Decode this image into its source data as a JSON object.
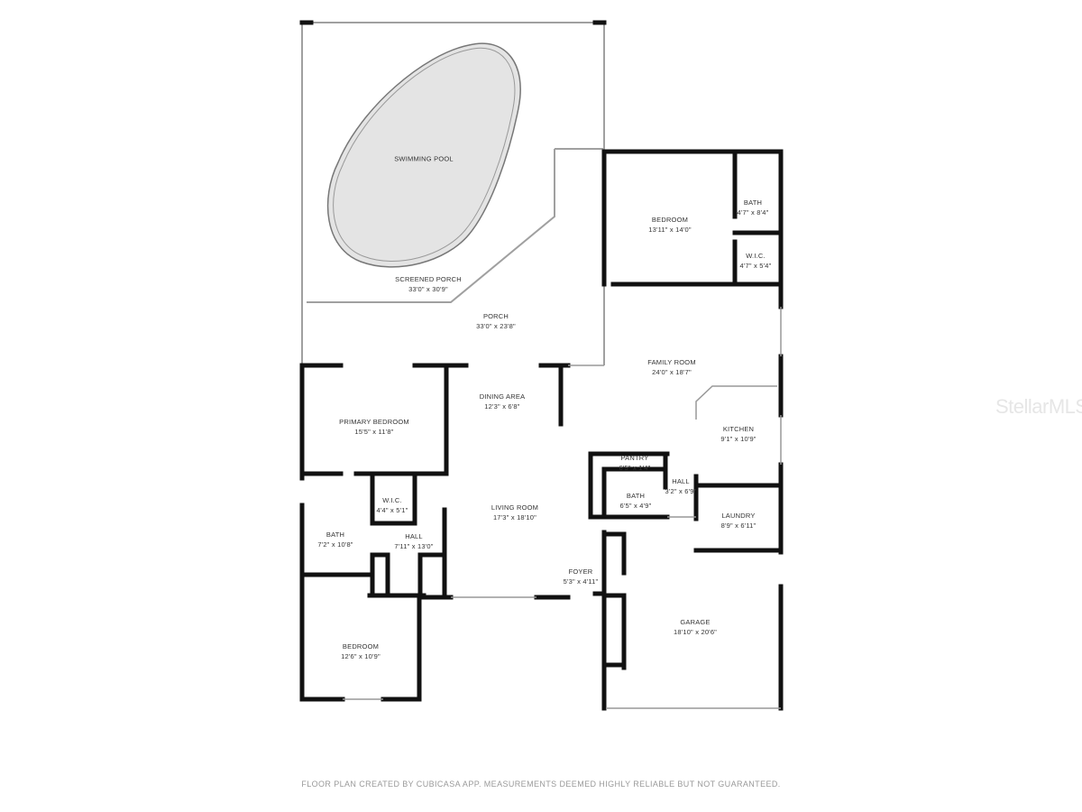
{
  "rooms": {
    "pool": {
      "name": "SWIMMING POOL"
    },
    "screened_porch": {
      "name": "SCREENED PORCH",
      "dims": "33'0\" x 30'9\""
    },
    "porch": {
      "name": "PORCH",
      "dims": "33'0\" x 23'8\""
    },
    "bedroom_ne": {
      "name": "BEDROOM",
      "dims": "13'11\" x 14'0\""
    },
    "bath_ne": {
      "name": "BATH",
      "dims": "4'7\" x 8'4\""
    },
    "wic_ne": {
      "name": "W.I.C.",
      "dims": "4'7\" x 5'4\""
    },
    "family_room": {
      "name": "FAMILY ROOM",
      "dims": "24'0\" x 18'7\""
    },
    "dining_area": {
      "name": "DINING AREA",
      "dims": "12'3\" x 6'8\""
    },
    "primary_bedroom": {
      "name": "PRIMARY BEDROOM",
      "dims": "15'5\" x 11'8\""
    },
    "kitchen": {
      "name": "KITCHEN",
      "dims": "9'1\" x 10'9\""
    },
    "pantry": {
      "name": "PANTRY",
      "dims": "6'5\" x 1'4\""
    },
    "hall_e": {
      "name": "HALL",
      "dims": "3'2\" x 6'9\""
    },
    "bath_e": {
      "name": "BATH",
      "dims": "6'5\" x 4'9\""
    },
    "laundry": {
      "name": "LAUNDRY",
      "dims": "8'9\" x 6'11\""
    },
    "wic_w": {
      "name": "W.I.C.",
      "dims": "4'4\" x 5'1\""
    },
    "living_room": {
      "name": "LIVING ROOM",
      "dims": "17'3\" x 18'10\""
    },
    "bath_w": {
      "name": "BATH",
      "dims": "7'2\" x 10'8\""
    },
    "hall_w": {
      "name": "HALL",
      "dims": "7'11\" x 13'0\""
    },
    "foyer": {
      "name": "FOYER",
      "dims": "5'3\" x 4'11\""
    },
    "garage": {
      "name": "GARAGE",
      "dims": "18'10\" x 20'6\""
    },
    "bedroom_sw": {
      "name": "BEDROOM",
      "dims": "12'6\" x 10'9\""
    }
  },
  "footer": "FLOOR PLAN CREATED BY CUBICASA APP. MEASUREMENTS DEEMED HIGHLY RELIABLE BUT NOT GUARANTEED.",
  "watermark": "StellarMLS",
  "colors": {
    "wall": "#111111",
    "pool": "#e4e4e4",
    "screen": "#9a9a9a"
  }
}
